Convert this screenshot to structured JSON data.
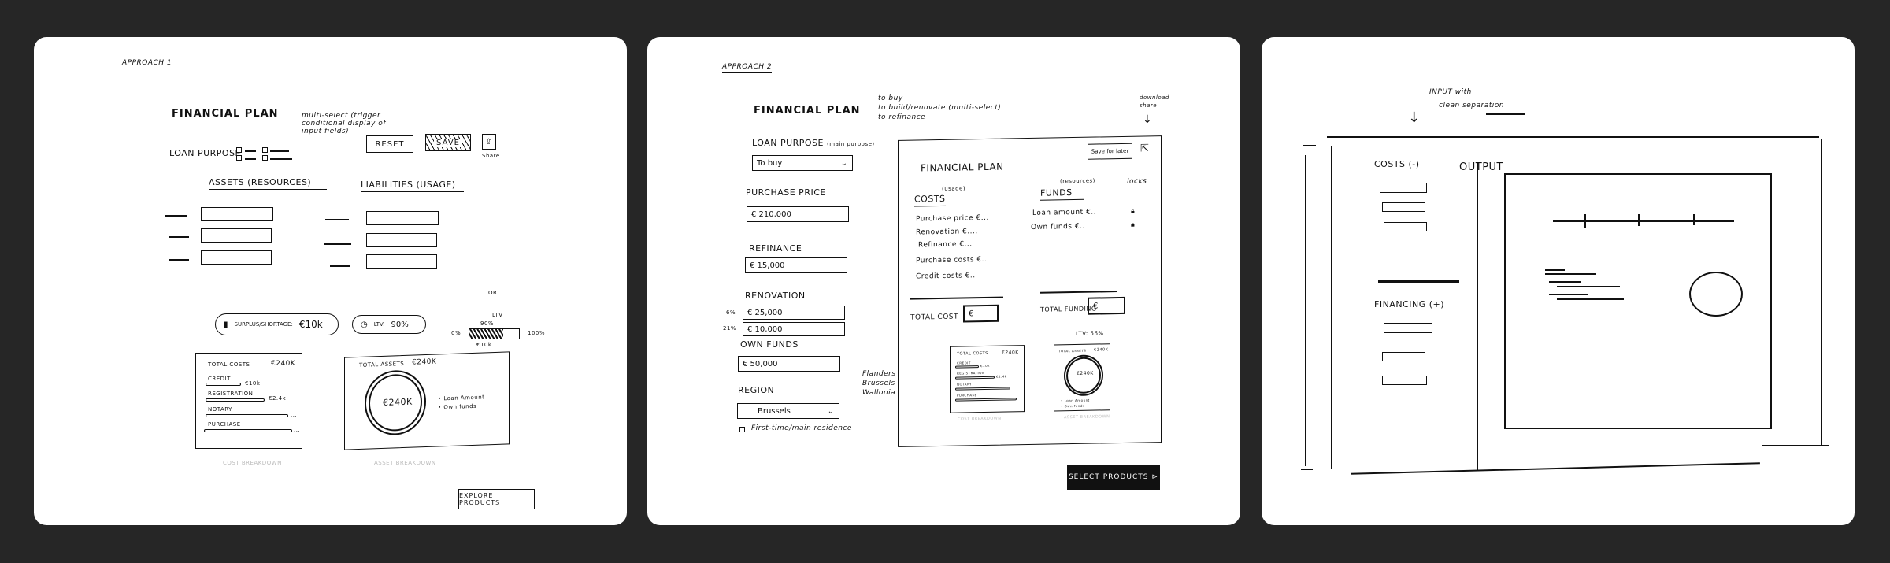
{
  "approach1": {
    "label": "APPROACH 1",
    "title": "FINANCIAL PLAN",
    "annotation": "multi-select (trigger conditional display of input fields)",
    "loan_purpose": "LOAN PURPOSE",
    "reset": "RESET",
    "save": "SAVE",
    "share": "Share",
    "assets": "ASSETS (RESOURCES)",
    "liabilities": "LIABILITIES (USAGE)",
    "or": "OR",
    "surplus_label": "SURPLUS/SHORTAGE:",
    "surplus_value": "€10k",
    "ltv_label": "LTV:",
    "ltv_value": "90%",
    "ltv_bar": {
      "title": "LTV",
      "value_label": "90%",
      "min": "0%",
      "max": "100%",
      "amount": "€10k",
      "fill": 0.9
    },
    "cost_box": {
      "title": "TOTAL COSTS",
      "total": "€240K",
      "rows": [
        {
          "label": "CREDIT",
          "value": "€10k"
        },
        {
          "label": "REGISTRATION",
          "value": "€2.4k"
        },
        {
          "label": "NOTARY",
          "value": "..."
        },
        {
          "label": "PURCHASE",
          "value": "..."
        }
      ]
    },
    "asset_box": {
      "title": "TOTAL ASSETS",
      "total": "€240K",
      "center": "€240K",
      "legend": [
        "Loan Amount",
        "Own funds"
      ]
    },
    "cost_caption": "COST BREAKDOWN",
    "asset_caption": "ASSET BREAKDOWN",
    "explore": "EXPLORE PRODUCTS"
  },
  "approach2": {
    "label": "APPROACH 2",
    "title": "FINANCIAL PLAN",
    "purpose_note": [
      "to buy",
      "to build/renovate (multi-select)",
      "to refinance"
    ],
    "loan_purpose": "LOAN PURPOSE",
    "loan_purpose_note": "(main purpose)",
    "loan_purpose_value": "To buy",
    "purchase_price": "PURCHASE PRICE",
    "purchase_price_value": "€  210,000",
    "refinance": "REFINANCE",
    "refinance_value": "€  15,000",
    "renovation": "RENOVATION",
    "renovation_rows": [
      {
        "pct": "6%",
        "value": "€  25,000"
      },
      {
        "pct": "21%",
        "value": "€  10,000"
      }
    ],
    "own_funds": "OWN FUNDS",
    "own_funds_value": "€  50,000",
    "region": "REGION",
    "region_value": "Brussels",
    "region_note": [
      "Flanders",
      "Brussels",
      "Wallonia"
    ],
    "first_time": "First-time/main residence",
    "panel": {
      "save_later": "Save for later",
      "download_note": "download share",
      "locks_note": "locks",
      "title": "FINANCIAL PLAN",
      "costs": "COSTS",
      "costs_note": "(usage)",
      "funds": "FUNDS",
      "funds_note": "(resources)",
      "cost_rows": [
        "Purchase price €...",
        "Renovation €....",
        "Refinance €...",
        "Purchase costs €..",
        "Credit costs €.."
      ],
      "fund_rows": [
        "Loan amount €..",
        "Own funds €.."
      ],
      "total_cost": "TOTAL COST",
      "total_funding": "TOTAL FUNDING",
      "euro": "€",
      "ltv": "LTV: 56%",
      "mini_cost": {
        "title": "TOTAL COSTS",
        "total": "€240K",
        "rows": [
          "CREDIT",
          "REGISTRATION",
          "NOTARY",
          "PURCHASE"
        ],
        "vals": [
          "€10k",
          "€2.4k"
        ]
      },
      "mini_asset": {
        "title": "TOTAL ASSETS",
        "total": "€240K",
        "center": "€240K",
        "legend": [
          "Loan Amount",
          "Own funds"
        ]
      },
      "cost_caption": "COST BREAKDOWN",
      "asset_caption": "ASSET BREAKDOWN"
    },
    "select_products": "SELECT PRODUCTS"
  },
  "approach3": {
    "annotation_line1": "INPUT with",
    "annotation_line2": "clean separation",
    "costs": "COSTS (-)",
    "financing": "FINANCING (+)",
    "output": "OUTPUT"
  }
}
